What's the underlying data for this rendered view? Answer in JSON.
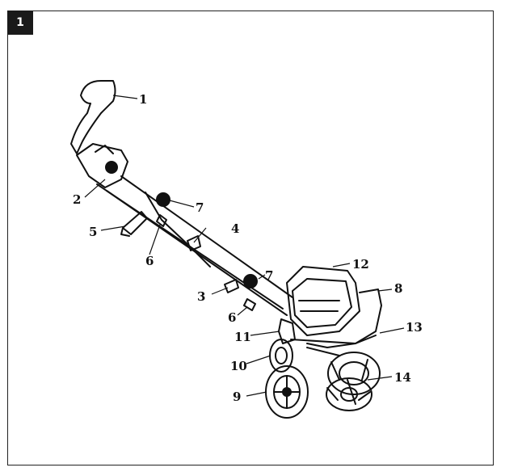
{
  "figure": {
    "number": "1"
  },
  "labels": {
    "l1": "1",
    "l2": "2",
    "l3": "3",
    "l4": "4",
    "l5": "5",
    "l6a": "6",
    "l6b": "6",
    "l7a": "7",
    "l7b": "7",
    "l8": "8",
    "l9": "9",
    "l10": "10",
    "l11": "11",
    "l12": "12",
    "l13": "13",
    "l14": "14"
  },
  "colors": {
    "ink": "#111111",
    "badge": "#1a1a1a"
  }
}
